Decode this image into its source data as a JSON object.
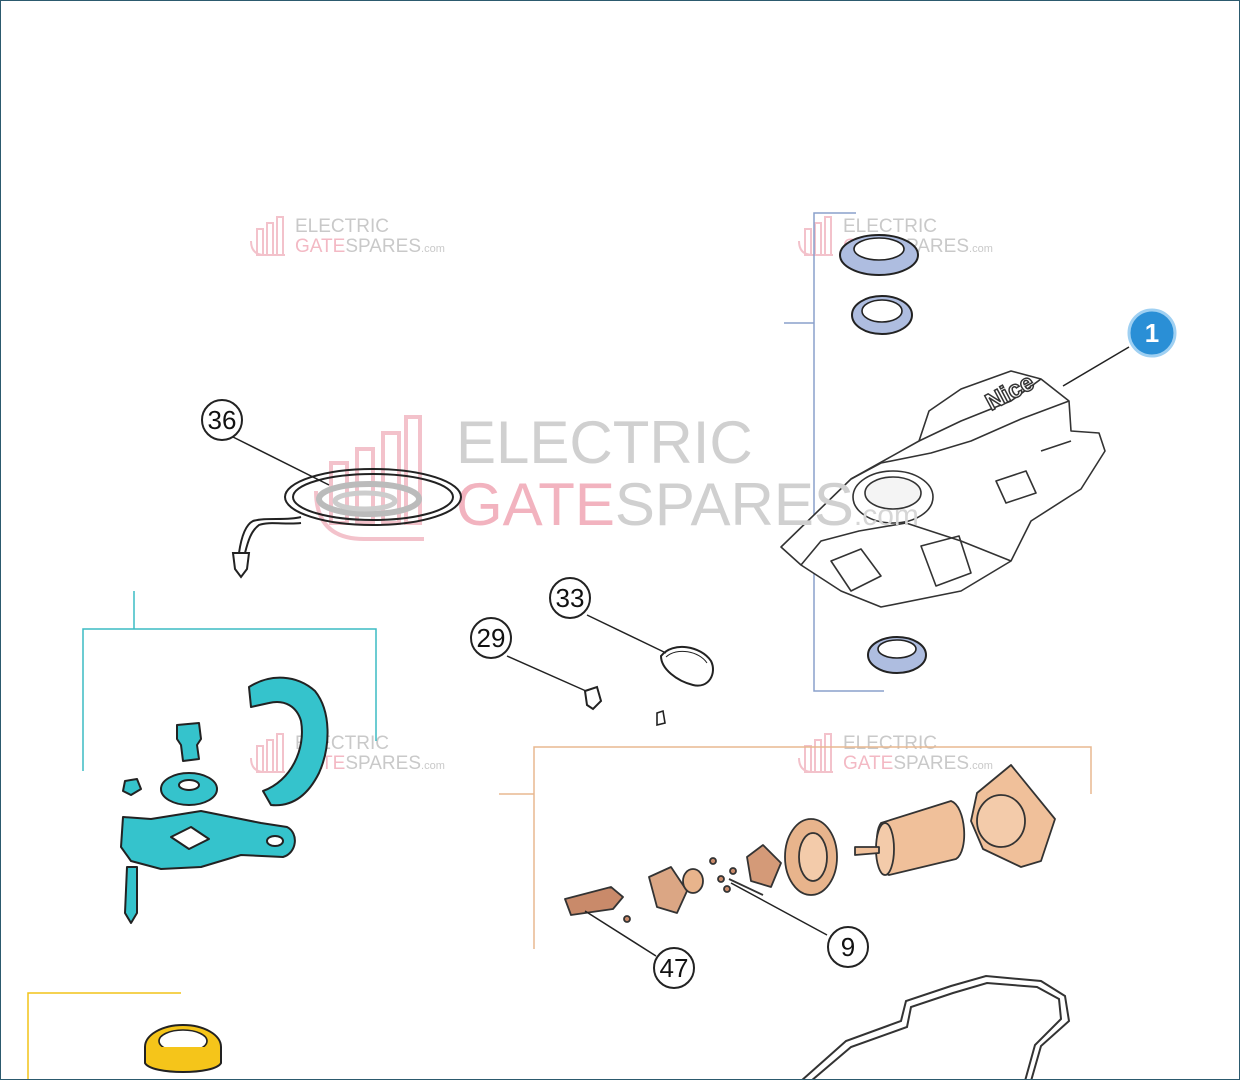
{
  "watermark": {
    "line1": "ELECTRIC",
    "line2_a": "GATE",
    "line2_b": "SPARES",
    "suffix": ".com"
  },
  "callouts": {
    "c1": "1",
    "c36": "36",
    "c33": "33",
    "c29": "29",
    "c9": "9",
    "c47": "47"
  },
  "brand_mark": "Nice",
  "colors": {
    "frame": "#2c5a6e",
    "blue_group": "#8aa0cc",
    "cyan_group": "#3bbcc4",
    "orange_group": "#e8b890",
    "yellow_group": "#f2c318",
    "seal_blue": "#aebde0",
    "arm_cyan": "#35c3cc",
    "motor_peach": "#f0c09a",
    "gear_brown": "#c98a6a",
    "callout_1_fill": "#2a8fd6",
    "watermark_pink": "#f2b8c2",
    "watermark_grey": "#d0d0d0"
  }
}
